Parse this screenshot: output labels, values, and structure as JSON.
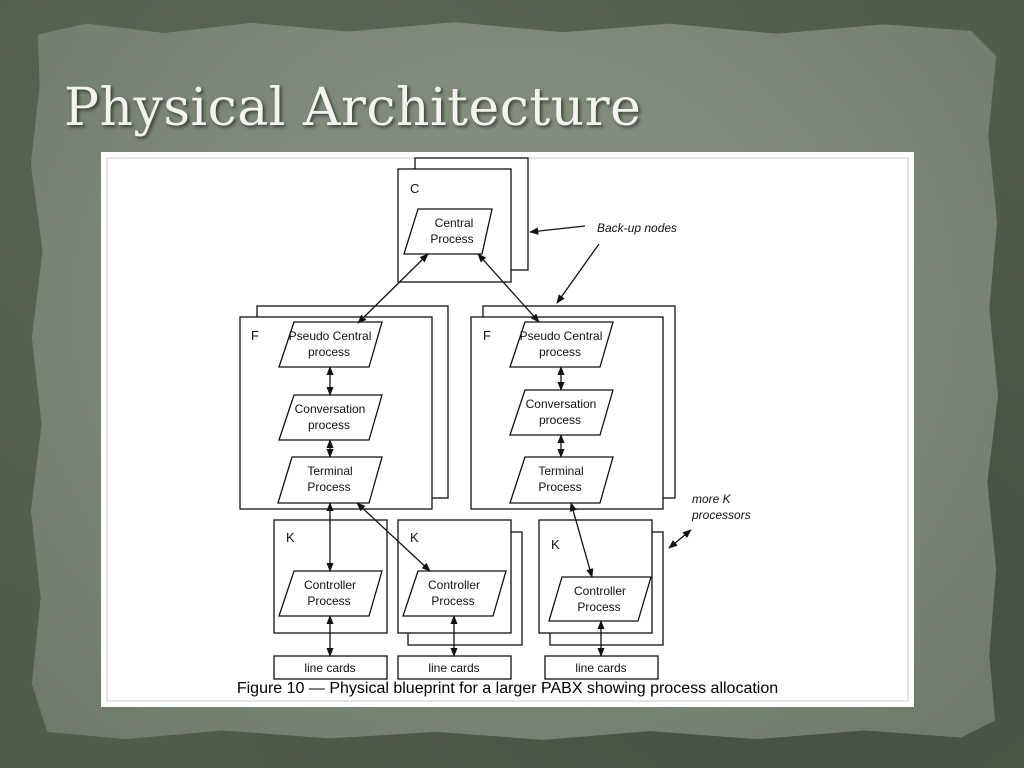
{
  "slide": {
    "title": "Physical Architecture"
  },
  "figure": {
    "caption": "Figure 10 — Physical blueprint for a larger PABX showing process allocation",
    "annotations": {
      "backup_nodes": "Back-up nodes",
      "more_k_line1": "more K",
      "more_k_line2": "processors"
    },
    "central": {
      "node_label": "C",
      "process_line1": "Central",
      "process_line2": "Process"
    },
    "f_left": {
      "node_label": "F",
      "pseudo_line1": "Pseudo Central",
      "pseudo_line2": "process",
      "conv_line1": "Conversation",
      "conv_line2": "process",
      "term_line1": "Terminal",
      "term_line2": "Process"
    },
    "f_right": {
      "node_label": "F",
      "pseudo_line1": "Pseudo Central",
      "pseudo_line2": "process",
      "conv_line1": "Conversation",
      "conv_line2": "process",
      "term_line1": "Terminal",
      "term_line2": "Process"
    },
    "k1": {
      "node_label": "K",
      "proc_line1": "Controller",
      "proc_line2": "Process",
      "line_cards": "line cards"
    },
    "k2": {
      "node_label": "K",
      "proc_line1": "Controller",
      "proc_line2": "Process",
      "line_cards": "line cards"
    },
    "k3": {
      "node_label": "K",
      "proc_line1": "Controller",
      "proc_line2": "Process",
      "line_cards": "line cards"
    }
  },
  "colors": {
    "background": "#4f5e49",
    "paper": "#7b8876",
    "title_text": "#f4f4ef",
    "figure_bg": "#ffffff",
    "stroke": "#111111"
  }
}
